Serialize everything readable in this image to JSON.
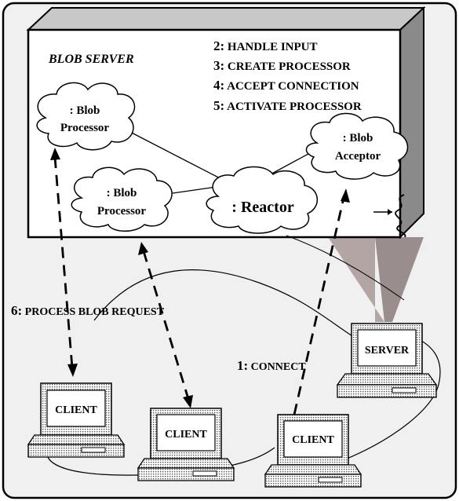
{
  "server_title": "BLOB SERVER",
  "steps": [
    {
      "num": "2:",
      "label": "HANDLE INPUT"
    },
    {
      "num": "3:",
      "label": "CREATE PROCESSOR"
    },
    {
      "num": "4:",
      "label": "ACCEPT CONNECTION"
    },
    {
      "num": "5:",
      "label": "ACTIVATE PROCESSOR"
    }
  ],
  "clouds": {
    "processor_top": {
      "line1": ": Blob",
      "line2": "Processor"
    },
    "processor_mid": {
      "line1": ": Blob",
      "line2": "Processor"
    },
    "acceptor": {
      "line1": ": Blob",
      "line2": "Acceptor"
    },
    "reactor": ": Reactor"
  },
  "messages": {
    "process": {
      "num": "6:",
      "label": "PROCESS BLOB REQUEST"
    },
    "connect": {
      "num": "1:",
      "label": "CONNECT"
    }
  },
  "computers": {
    "server": "SERVER",
    "client_left": "CLIENT",
    "client_mid": "CLIENT",
    "client_right": "CLIENT"
  },
  "colors": {
    "frame_fill": "#f0f0f0",
    "frame_stroke": "#000000",
    "shade": "#9a9a9a",
    "cone": "#a08c8c"
  }
}
